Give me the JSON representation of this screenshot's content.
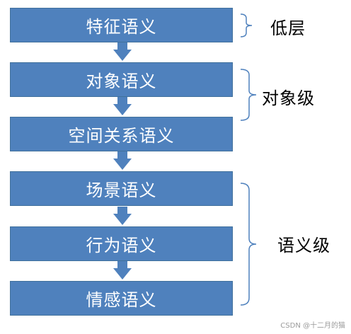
{
  "boxes": [
    {
      "label": "特征语义"
    },
    {
      "label": "对象语义"
    },
    {
      "label": "空间关系语义"
    },
    {
      "label": "场景语义"
    },
    {
      "label": "行为语义"
    },
    {
      "label": "情感语义"
    }
  ],
  "levels": [
    {
      "label": "低层"
    },
    {
      "label": "对象级"
    },
    {
      "label": "语义级"
    }
  ],
  "watermark": "CSDN @十二月的猫",
  "colors": {
    "box_fill": "#4f81bd",
    "box_border": "#41719c",
    "bracket": "#4f81bd"
  }
}
